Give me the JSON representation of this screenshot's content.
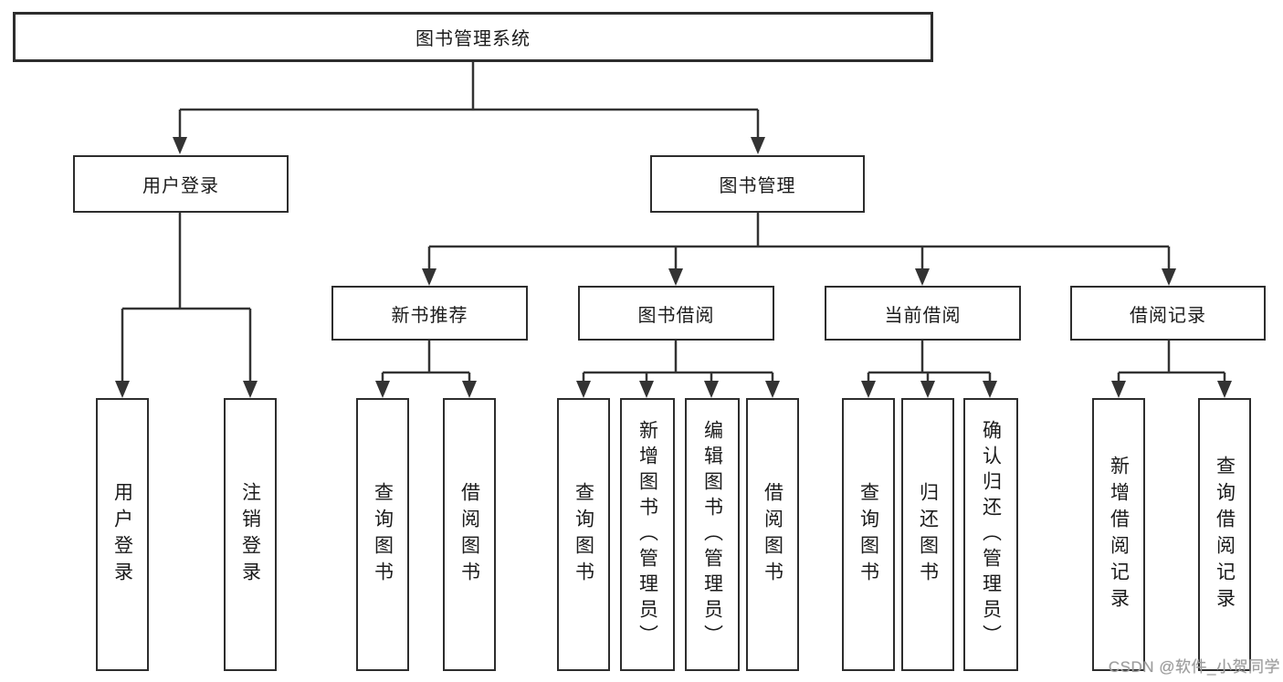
{
  "diagram": {
    "type": "hierarchy-tree",
    "tree": {
      "label": "图书管理系统",
      "children": [
        {
          "label": "用户登录",
          "children": [
            {
              "label": "用户登录"
            },
            {
              "label": "注销登录"
            }
          ]
        },
        {
          "label": "图书管理",
          "children": [
            {
              "label": "新书推荐",
              "children": [
                {
                  "label": "查询图书"
                },
                {
                  "label": "借阅图书"
                }
              ]
            },
            {
              "label": "图书借阅",
              "children": [
                {
                  "label": "查询图书"
                },
                {
                  "label": "新增图书（管理员）"
                },
                {
                  "label": "编辑图书（管理员）"
                },
                {
                  "label": "借阅图书"
                }
              ]
            },
            {
              "label": "当前借阅",
              "children": [
                {
                  "label": "查询图书"
                },
                {
                  "label": "归还图书"
                },
                {
                  "label": "确认归还（管理员）"
                }
              ]
            },
            {
              "label": "借阅记录",
              "children": [
                {
                  "label": "新增借阅记录"
                },
                {
                  "label": "查询借阅记录"
                }
              ]
            }
          ]
        }
      ]
    }
  },
  "watermark": {
    "text": "CSDN @软件_小贺同学"
  },
  "colors": {
    "background": "#ffffff",
    "line": "#333333",
    "box_border": "#2d2d2d",
    "text": "#1b1b1b",
    "watermark": "#9c9c9c"
  }
}
